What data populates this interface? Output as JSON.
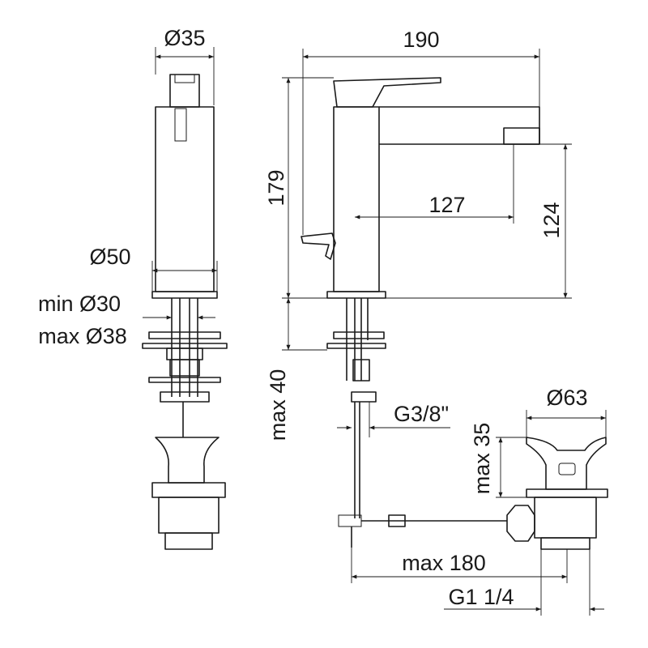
{
  "dimensions": {
    "d35": "Ø35",
    "w190": "190",
    "h179": "179",
    "r127": "127",
    "h124": "124",
    "d50": "Ø50",
    "min30": "min Ø30",
    "max38": "max Ø38",
    "max40": "max 40",
    "g38": "G3/8\"",
    "d63": "Ø63",
    "max35": "max 35",
    "max180": "max 180",
    "g114": "G1 1/4"
  }
}
